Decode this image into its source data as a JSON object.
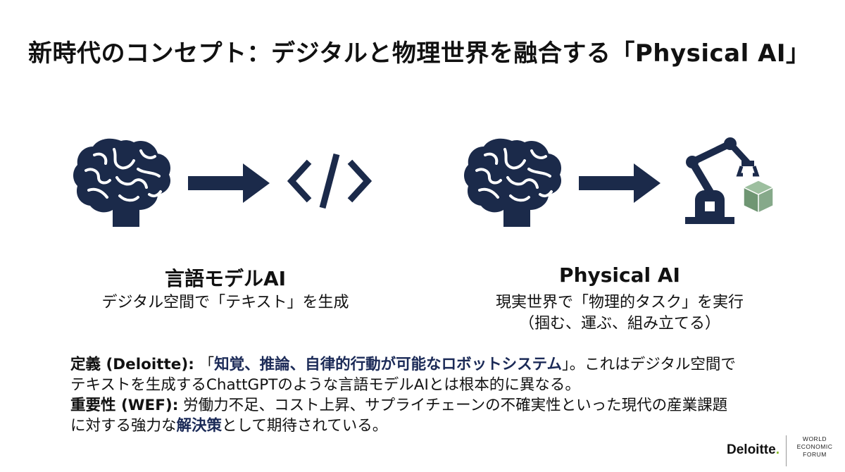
{
  "slide": {
    "title": "新時代のコンセプト：デジタルと物理世界を融合する「Physical AI」"
  },
  "left_concept": {
    "title": "言語モデルAI",
    "description": "デジタル空間で「テキスト」を生成",
    "icons": [
      "brain-icon",
      "arrow-right-icon",
      "code-icon"
    ]
  },
  "right_concept": {
    "title": "Physical AI",
    "description_line1": "現実世界で「物理的タスク」を実行",
    "description_line2": "（掴む、運ぶ、組み立てる）",
    "icons": [
      "brain-icon",
      "arrow-right-icon",
      "robot-arm-icon",
      "box-icon"
    ]
  },
  "definition": {
    "label": "定義 (Deloitte):",
    "quote_open": "「",
    "highlight": "知覚、推論、自律的行動が可能なロボットシステム",
    "quote_close": "」",
    "text_line1_rest": "。これはデジタル空間で",
    "text_line2": "テキストを生成するChattGPTのような言語モデルAIとは根本的に異なる。"
  },
  "importance": {
    "label": "重要性 (WEF):",
    "text_line1": " 労働力不足、コスト上昇、サプライチェーンの不確実性といった現代の産業課題",
    "text_line2_a": "に対する強力な",
    "highlight": "解決策",
    "text_line2_b": "として期待されている。"
  },
  "footer": {
    "deloitte": "Deloitte",
    "deloitte_dot": ".",
    "wef_line1": "WORLD",
    "wef_line2": "ECONOMIC",
    "wef_line3": "FORUM"
  },
  "colors": {
    "icon_navy": "#1b2a4a",
    "box_green": "#7fa383",
    "highlight_navy": "#1b2a57",
    "deloitte_green": "#86bc25"
  }
}
